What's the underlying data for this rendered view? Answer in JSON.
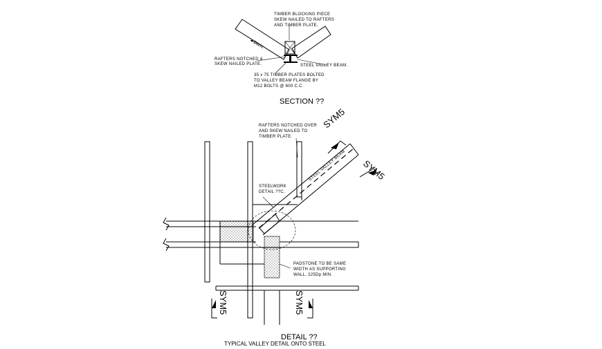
{
  "section": {
    "note_blocking": [
      "TIMBER BLOCKING PIECE",
      "SKEW NAILED TO RAFTERS",
      "AND TIMBER PLATE."
    ],
    "note_rafters": [
      "RAFTERS NOTCHED &",
      "SKEW NAILED PLATE."
    ],
    "note_valley_beam": "STEEL VALLEY BEAM.",
    "note_plates": [
      "35 x 75 TIMBER PLATES BOLTED",
      "TO VALLEY BEAM FLANGE BY",
      "M12 BOLTS @ 600 C.C."
    ],
    "dim_label": "DWN.",
    "title": "SECTION ??"
  },
  "detail": {
    "note_rafters": [
      "RAFTERS NOTCHED OVER",
      "AND SKEW NAILED TO",
      "TIMBER PLATE."
    ],
    "note_valley_beam": "STEEL VALLEY BEAM",
    "note_steelwork": [
      "STEELWORK",
      "DETAIL ??C."
    ],
    "note_padstone": [
      "PADSTONE TO BE SAME",
      "WIDTH AS SUPPORTING",
      "WALL. 225Dp MIN."
    ],
    "sym_label": "SYM5",
    "title": "DETAIL ??",
    "subtitle": "TYPICAL VALLEY DETAIL ONTO STEEL"
  }
}
